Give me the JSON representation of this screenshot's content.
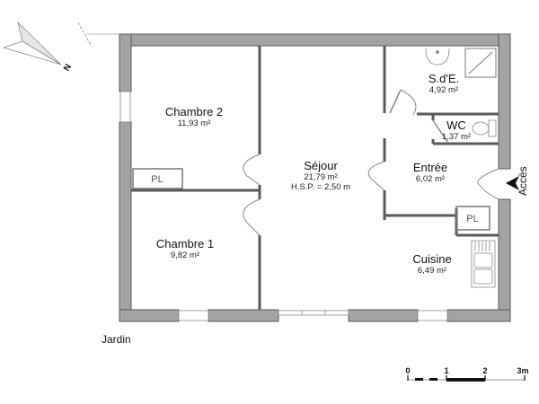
{
  "plan": {
    "rooms": [
      {
        "id": "chambre2",
        "name": "Chambre 2",
        "area": "11,93 m²"
      },
      {
        "id": "chambre1",
        "name": "Chambre 1",
        "area": "9,82 m²"
      },
      {
        "id": "sejour",
        "name": "Séjour",
        "area": "21,79 m²",
        "extra": "H.S.P. = 2,50 m"
      },
      {
        "id": "sde",
        "name": "S.d'E.",
        "area": "4,92 m²"
      },
      {
        "id": "wc",
        "name": "WC",
        "area": "1,37 m²"
      },
      {
        "id": "entree",
        "name": "Entrée",
        "area": "6,02 m²"
      },
      {
        "id": "cuisine",
        "name": "Cuisine",
        "area": "6,49 m²"
      }
    ],
    "closets": [
      {
        "id": "pl-chambre2",
        "label": "PL"
      },
      {
        "id": "pl-entree",
        "label": "PL"
      }
    ],
    "outside_label": "Jardin",
    "access_label": "Accès",
    "north_label": "N",
    "scale": {
      "ticks": [
        "0",
        "1",
        "2",
        "3m"
      ]
    },
    "colors": {
      "wall_fill": "#a3a3a3",
      "wall_stroke": "#5a5a5a",
      "background": "#ffffff"
    }
  }
}
